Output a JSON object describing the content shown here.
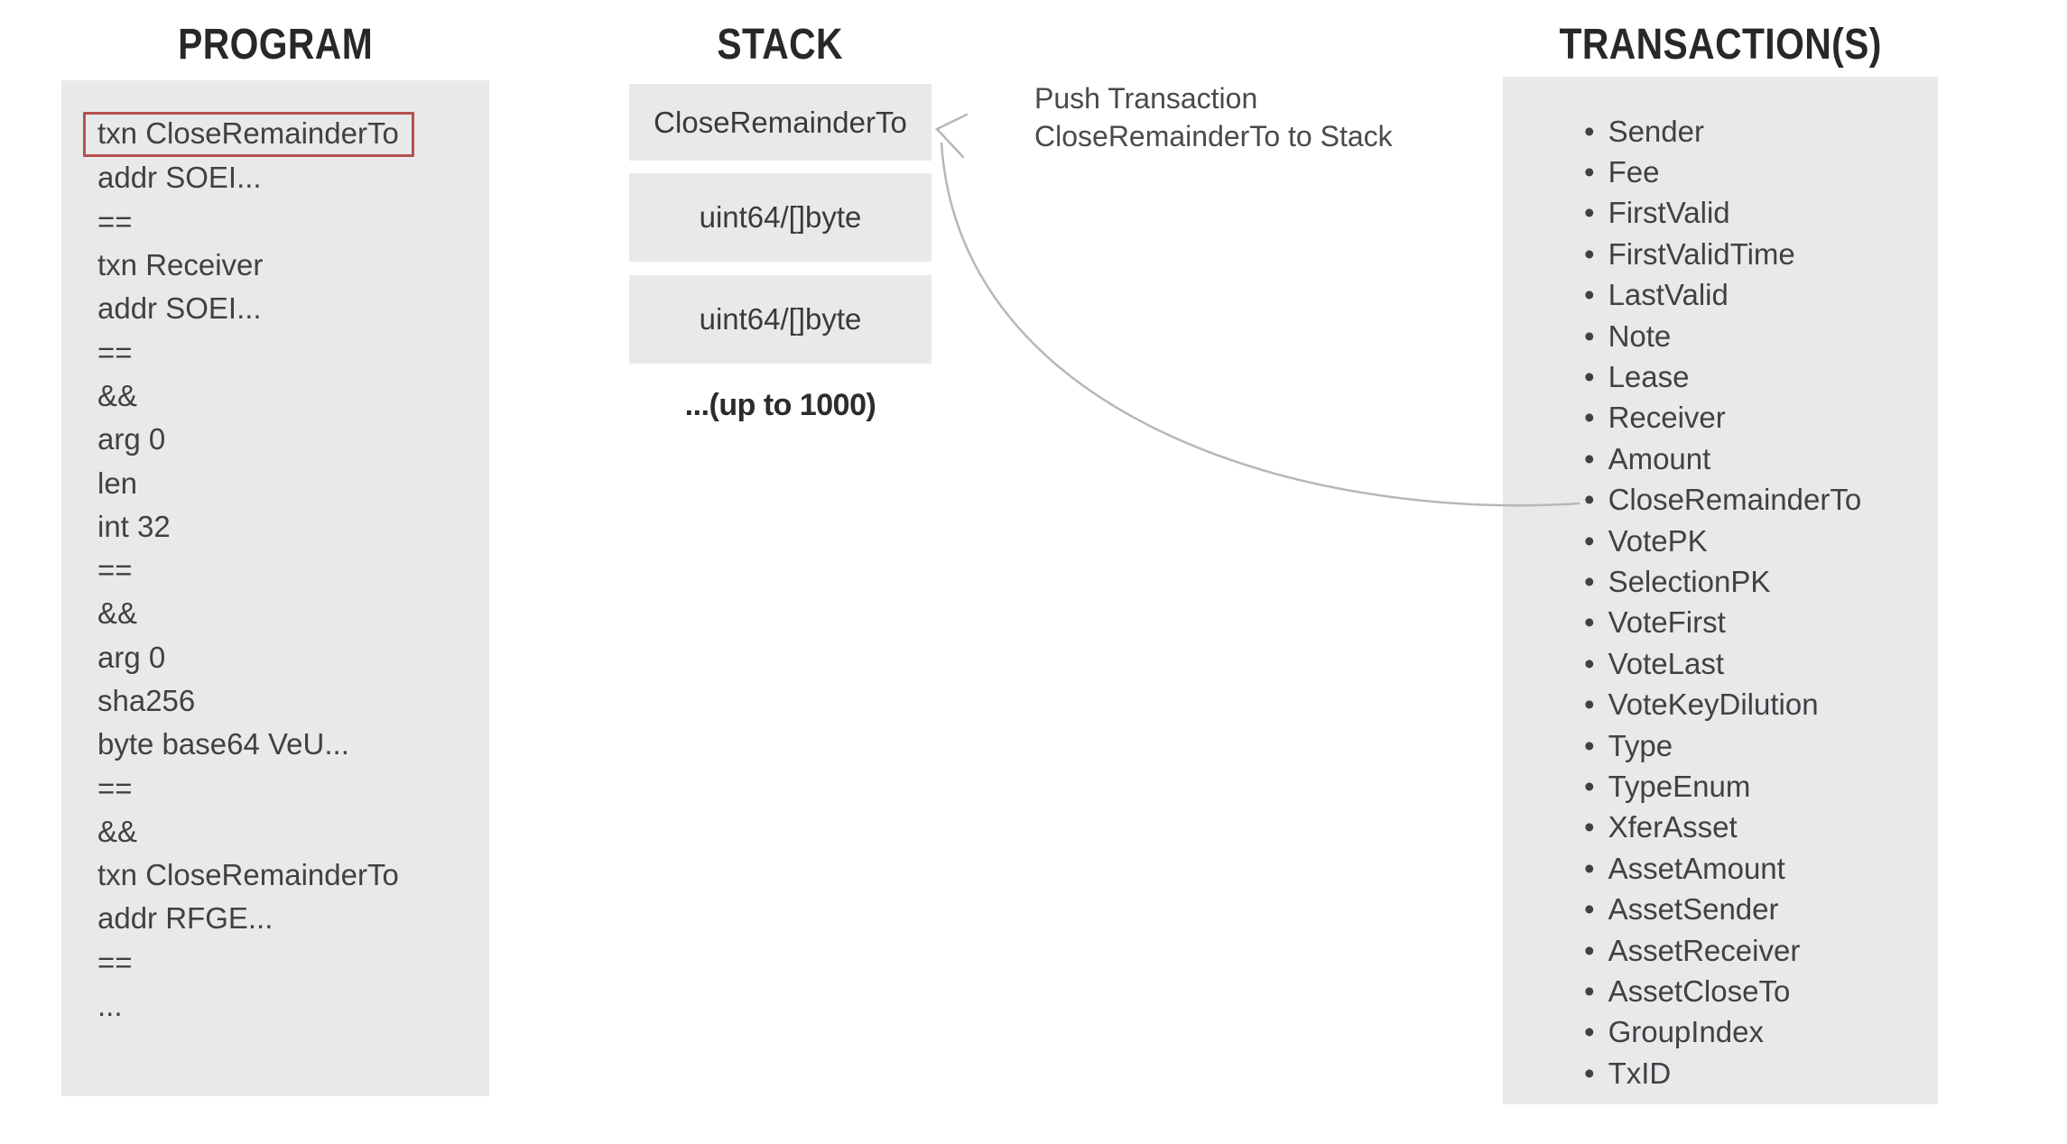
{
  "program": {
    "title": "PROGRAM",
    "highlighted_line": "txn CloseRemainderTo",
    "lines": [
      "txn CloseRemainderTo",
      "addr SOEI...",
      "==",
      "txn Receiver",
      "addr SOEI...",
      "==",
      "&&",
      "arg 0",
      "len",
      "int 32",
      "==",
      "&&",
      "arg 0",
      "sha256",
      "byte base64 VeU...",
      "==",
      "&&",
      "txn CloseRemainderTo",
      "addr RFGE...",
      "==",
      "..."
    ]
  },
  "stack": {
    "title": "STACK",
    "boxes": [
      "CloseRemainderTo",
      "uint64/[]byte",
      "uint64/[]byte"
    ],
    "footnote": "...(up to 1000)"
  },
  "annotation": {
    "line1": "Push Transaction",
    "line2": "CloseRemainderTo to Stack"
  },
  "transactions": {
    "title": "TRANSACTION(S)",
    "items": [
      "Sender",
      "Fee",
      "FirstValid",
      "FirstValidTime",
      "LastValid",
      "Note",
      "Lease",
      "Receiver",
      "Amount",
      "CloseRemainderTo",
      "VotePK",
      "SelectionPK",
      "VoteFirst",
      "VoteLast",
      "VoteKeyDilution",
      "Type",
      "TypeEnum",
      "XferAsset",
      "AssetAmount",
      "AssetSender",
      "AssetReceiver",
      "AssetCloseTo",
      "GroupIndex",
      "TxID"
    ]
  },
  "colors": {
    "box_background": "#e8e9eb",
    "text": "#414144",
    "title": "#28282b",
    "highlight_border": "#b4504f",
    "arrow": "#b7b7b9",
    "annotation": "#4a4a4d",
    "note": "#2c2c2f"
  }
}
